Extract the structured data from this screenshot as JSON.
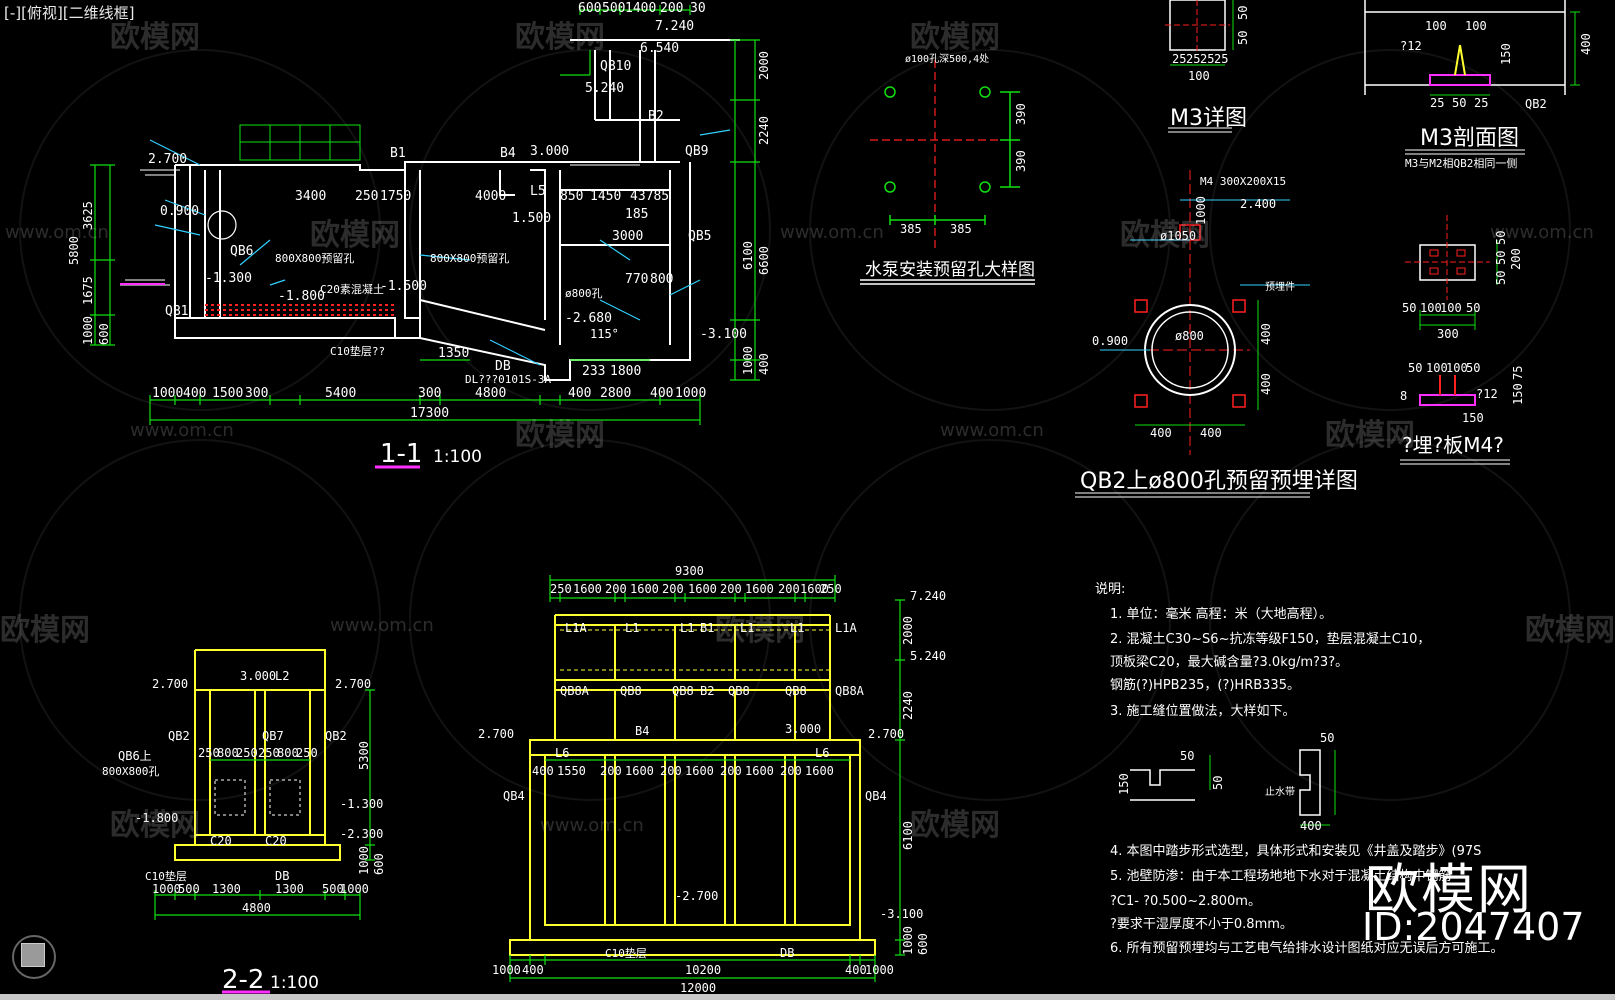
{
  "viewport": {
    "label": "[-][俯视][二维线框]"
  },
  "watermarks": {
    "brand": "欧模网",
    "url": "www.om.cn",
    "big_brand": "欧模网",
    "id": "ID:2047407"
  },
  "colors": {
    "green": "#10e010",
    "yellow": "#ffff30",
    "white": "#ffffff",
    "red": "#ff2020",
    "magenta": "#ff30ff",
    "cyan": "#30d0ff",
    "background": "#000000"
  },
  "icons": {
    "nav_cube": "view-cube-icon"
  },
  "titles": {
    "section_1_1": "1-1",
    "scale_100": "1:100",
    "section_2_2": "2-2",
    "pump_hole": "水泵安装预留孔大样图",
    "m3_detail": "M3详图",
    "m3_section": "M3剖面图",
    "m3_note": "M3与M2相QB2相同一侧",
    "qb2_hole": "QB2上ø800孔预留预埋详图",
    "m4_embed": "?埋?板M4?"
  },
  "notes": {
    "heading": "说明:",
    "items": [
      "1.  单位：毫米  高程：米（大地高程）。",
      "2.  混凝土C30~S6~抗冻等级F150，垫层混凝土C10，",
      "    顶板梁C20，最大碱含量?3.0kg/m?3?。",
      "    钢筋(?)HPB235，(?)HRB335。",
      "3.  施工缝位置做法，大样如下。",
      "4.  本图中踏步形式选型，具体形式和安装见《井盖及踏步》(97S",
      "5. 池壁防渗：由于本工程场地地下水对于混凝土结构中钢筋",
      "   ?C1-  ?0.500~2.800m。",
      "   ?要求干湿厚度不小于0.8mm。",
      "6.  所有预留预埋均与工艺电气给排水设计图纸对应无误后方可施工。"
    ]
  },
  "sec11": {
    "top_dims": [
      "600",
      "500",
      "1400",
      "200",
      "30"
    ],
    "elev_upper": [
      "6.540",
      "5.240",
      "7.240"
    ],
    "labels": [
      "QB10",
      "B2",
      "QB9",
      "QB5",
      "QB6",
      "QB1",
      "DB",
      "B1",
      "B4",
      "L5"
    ],
    "inner_dims": [
      "3400",
      "250",
      "1750",
      "4000",
      "850",
      "1450",
      "43785",
      "3000",
      "185",
      "770",
      "800"
    ],
    "elevations": [
      "2.700",
      "0.900",
      "-1.300",
      "-1.800",
      "-1.500",
      "3.000",
      "1.500",
      "-2.680",
      "-3.100"
    ],
    "bottom_dims": [
      "1000",
      "400",
      "1500",
      "300",
      "5400",
      "300",
      "4800",
      "400",
      "2800",
      "400",
      "1000"
    ],
    "sub_dims": [
      "1350",
      "233",
      "1800"
    ],
    "overall": "17300",
    "left_dims": [
      "3625",
      "5800",
      "1675",
      "1000",
      "600"
    ],
    "right_dims": [
      "2000",
      "2240",
      "6100",
      "6600",
      "1000",
      "400"
    ],
    "callouts": [
      "C10垫层??",
      "C20素混凝土",
      "800X800预留孔",
      "800X800预留孔",
      "ø800孔",
      "115°",
      "DL???0101S-3A"
    ]
  },
  "sec22": {
    "labels": [
      "3.000",
      "L2",
      "QB2",
      "QB7",
      "QB2",
      "QB6上",
      "800X800孔",
      "DB",
      "C10垫层",
      "C20",
      "C20"
    ],
    "elevations": [
      "2.700",
      "2.700",
      "-1.300",
      "-1.800",
      "-2.300"
    ],
    "sub_dims": [
      "250",
      "800",
      "250",
      "250",
      "800",
      "250"
    ],
    "bottom_dims": [
      "1000",
      "500",
      "1300",
      "1300",
      "500",
      "1000"
    ],
    "overall": "4800",
    "right_dims": [
      "5300",
      "1000",
      "600"
    ]
  },
  "sec33": {
    "overall_top": "9300",
    "top_dims": [
      "250",
      "1600",
      "200",
      "1600",
      "200",
      "1600",
      "200",
      "1600",
      "200",
      "1600",
      "250"
    ],
    "upper_labels": [
      "L1A",
      "L1",
      "L1",
      "B1",
      "L1",
      "L1",
      "L1A"
    ],
    "mid_labels": [
      "QB8A",
      "QB8",
      "QB8",
      "B2",
      "QB8",
      "QB8",
      "QB8A"
    ],
    "mid_dims": [
      "400",
      "1550",
      "200",
      "1600",
      "200",
      "1600",
      "200",
      "1600",
      "200",
      "1600"
    ],
    "elevations": [
      "7.240",
      "5.240",
      "2.700",
      "2.700",
      "3.000",
      "-2.700",
      "-3.100"
    ],
    "side_labels": [
      "QB4",
      "QB4",
      "B4",
      "L6",
      "L6"
    ],
    "bottom_labels": [
      "C10垫层",
      "DB"
    ],
    "bottom_dims": [
      "1000",
      "400",
      "10200",
      "400",
      "1000"
    ],
    "overall": "12000",
    "right_dims": [
      "2000",
      "2240",
      "6100",
      "1000",
      "600"
    ]
  },
  "pump": {
    "callout": "ø100孔深500,4处",
    "dims_v": [
      "390",
      "390"
    ],
    "dims_h": [
      "385",
      "385"
    ]
  },
  "m3": {
    "dims_top": [
      "25",
      "25",
      "25",
      "25"
    ],
    "total": "100",
    "side": [
      "50",
      "50"
    ]
  },
  "m3sec": {
    "dims": [
      "100",
      "100",
      "150",
      "25",
      "50",
      "25"
    ],
    "labels": [
      "?12",
      "QB2"
    ],
    "height": "400"
  },
  "qb2": {
    "callouts": [
      "M4 300X200X15",
      "2.400",
      "0.900",
      "ø800",
      "ø1050",
      "预埋件"
    ],
    "dims": [
      "400",
      "400",
      "400",
      "400",
      "1000"
    ]
  },
  "m4": {
    "dims": [
      "50",
      "100",
      "100",
      "50"
    ],
    "total": "300",
    "side": [
      "50",
      "50",
      "50",
      "200"
    ],
    "dims2": [
      "50",
      "100",
      "100",
      "50"
    ],
    "labels": [
      "8",
      "?12",
      "150"
    ],
    "side2": [
      "150",
      "75"
    ]
  },
  "joints": {
    "dims1": [
      "50",
      "150",
      "50"
    ],
    "dims2": [
      "50",
      "400"
    ],
    "label": "止水带"
  }
}
